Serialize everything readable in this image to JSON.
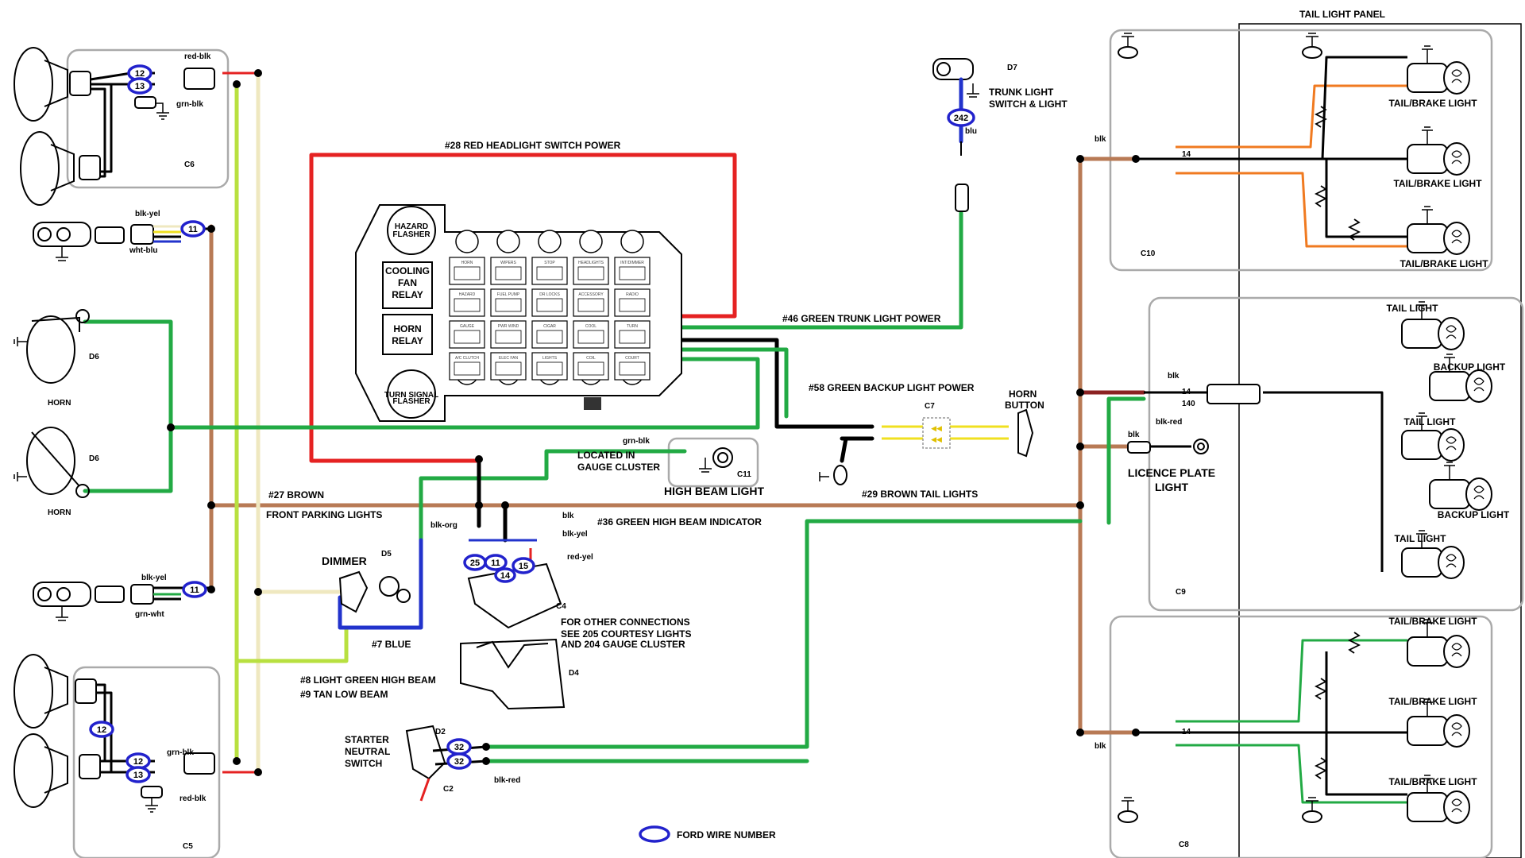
{
  "colors": {
    "red": "#e52222",
    "black": "#000000",
    "brown": "#b87a55",
    "green": "#22aa44",
    "lightgreen": "#b8e040",
    "tan": "#efe8c0",
    "blue": "#2233cc",
    "yellow": "#f0e020",
    "orange": "#f07a20",
    "gray": "#aaaaaa"
  },
  "labels": {
    "tail_light_panel": "TAIL LIGHT PANEL",
    "red_headlight_power": "#28 RED HEADLIGHT SWITCH POWER",
    "green_trunk_power": "#46 GREEN TRUNK LIGHT POWER",
    "green_backup_power": "#58 GREEN BACKUP LIGHT POWER",
    "brown_27": "#27 BROWN",
    "front_parking": "FRONT PARKING LIGHTS",
    "brown_tail": "#29 BROWN TAIL LIGHTS",
    "green_high_beam": "#36 GREEN HIGH BEAM INDICATOR",
    "blue_7": "#7 BLUE",
    "light_green_8": "#8 LIGHT GREEN  HIGH BEAM",
    "tan_9": "#9 TAN LOW BEAM",
    "dimmer": "DIMMER",
    "located_in_1": "LOCATED IN",
    "located_in_2": "GAUGE CLUSTER",
    "high_beam_light": "HIGH BEAM LIGHT",
    "for_other_1": "FOR OTHER CONNECTIONS",
    "for_other_2": "SEE 205 COURTESY LIGHTS",
    "for_other_3": "AND 204 GAUGE CLUSTER",
    "starter_1": "STARTER",
    "starter_2": "NEUTRAL",
    "starter_3": "SWITCH",
    "trunk_1": "TRUNK LIGHT",
    "trunk_2": "SWITCH & LIGHT",
    "horn_button_1": "HORN",
    "horn_button_2": "BUTTON",
    "licence_1": "LICENCE PLATE",
    "licence_2": "LIGHT",
    "ford_wire_number": "FORD WIRE NUMBER",
    "cooling_fan_relay_1": "COOLING",
    "cooling_fan_relay_2": "FAN",
    "cooling_fan_relay_3": "RELAY",
    "horn_relay_1": "HORN",
    "horn_relay_2": "RELAY",
    "horn": "HORN",
    "tail_brake_light": "TAIL/BRAKE LIGHT",
    "tail_light": "TAIL LIGHT",
    "backup_light": "BACKUP LIGHT"
  },
  "wire_tags": {
    "red_blk": "red-blk",
    "grn_blk": "grn-blk",
    "blk_yel": "blk-yel",
    "wht_blu": "wht-blu",
    "grn_wht": "grn-wht",
    "blk": "blk",
    "blk_org": "blk-org",
    "blk_yel2": "blk-yel",
    "red_yel": "red-yel",
    "blk_red": "blk-red",
    "blu": "blu",
    "n14": "14",
    "n140": "140"
  },
  "connectors": {
    "C6": "C6",
    "C5": "C5",
    "C4": "C4",
    "C7": "C7",
    "C8": "C8",
    "C9": "C9",
    "C10": "C10",
    "C11": "C11",
    "C2": "C2",
    "D2": "D2",
    "D4": "D4",
    "D5": "D5",
    "D6": "D6",
    "D7": "D7"
  },
  "wire_numbers": {
    "c6_12": "12",
    "c6_13": "13",
    "c6_11": "11",
    "c5_11": "11",
    "c5_12": "12",
    "c5_12b": "12",
    "c5_13": "13",
    "d7_242": "242",
    "c4_25": "25",
    "c4_11": "11",
    "c4_14": "14",
    "c4_15": "15",
    "d2_32a": "32",
    "d2_32b": "32"
  },
  "fuse_box": {
    "hazard_1": "HAZARD",
    "hazard_2": "FLASHER",
    "turn_1": "TURN SIGNAL",
    "turn_2": "FLASHER",
    "fuses": [
      "HORN",
      "WIPERS",
      "STOP",
      "HEADLIGHTS",
      "INT/DIMMER",
      "HAZARD",
      "FUEL PUMP",
      "DR LOCKS",
      "ACCESSORY",
      "RADIO",
      "GAUGE",
      "PWR WIND",
      "CIGAR",
      "COOL",
      "TURN",
      "A/C CLUTCH",
      "ELEC FAN",
      "LIGHTS",
      "COIL",
      "COURT"
    ]
  }
}
